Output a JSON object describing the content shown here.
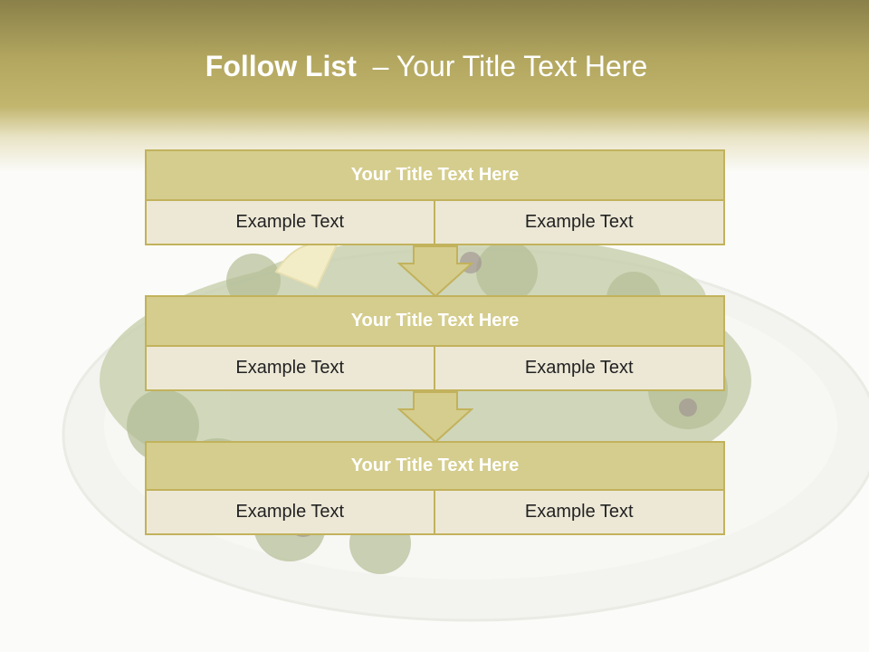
{
  "title": {
    "bold": "Follow List",
    "rest": "  – Your Title Text Here"
  },
  "blocks": [
    {
      "title": "Your Title Text Here",
      "left": "Example Text",
      "right": "Example Text"
    },
    {
      "title": "Your Title Text Here",
      "left": "Example Text",
      "right": "Example Text"
    },
    {
      "title": "Your Title Text Here",
      "left": "Example Text",
      "right": "Example Text"
    }
  ],
  "colors": {
    "header": "#b3a760",
    "box_fill": "#d5cd8d",
    "box_border": "#c2b25c",
    "cell_fill": "#ede8d6"
  }
}
